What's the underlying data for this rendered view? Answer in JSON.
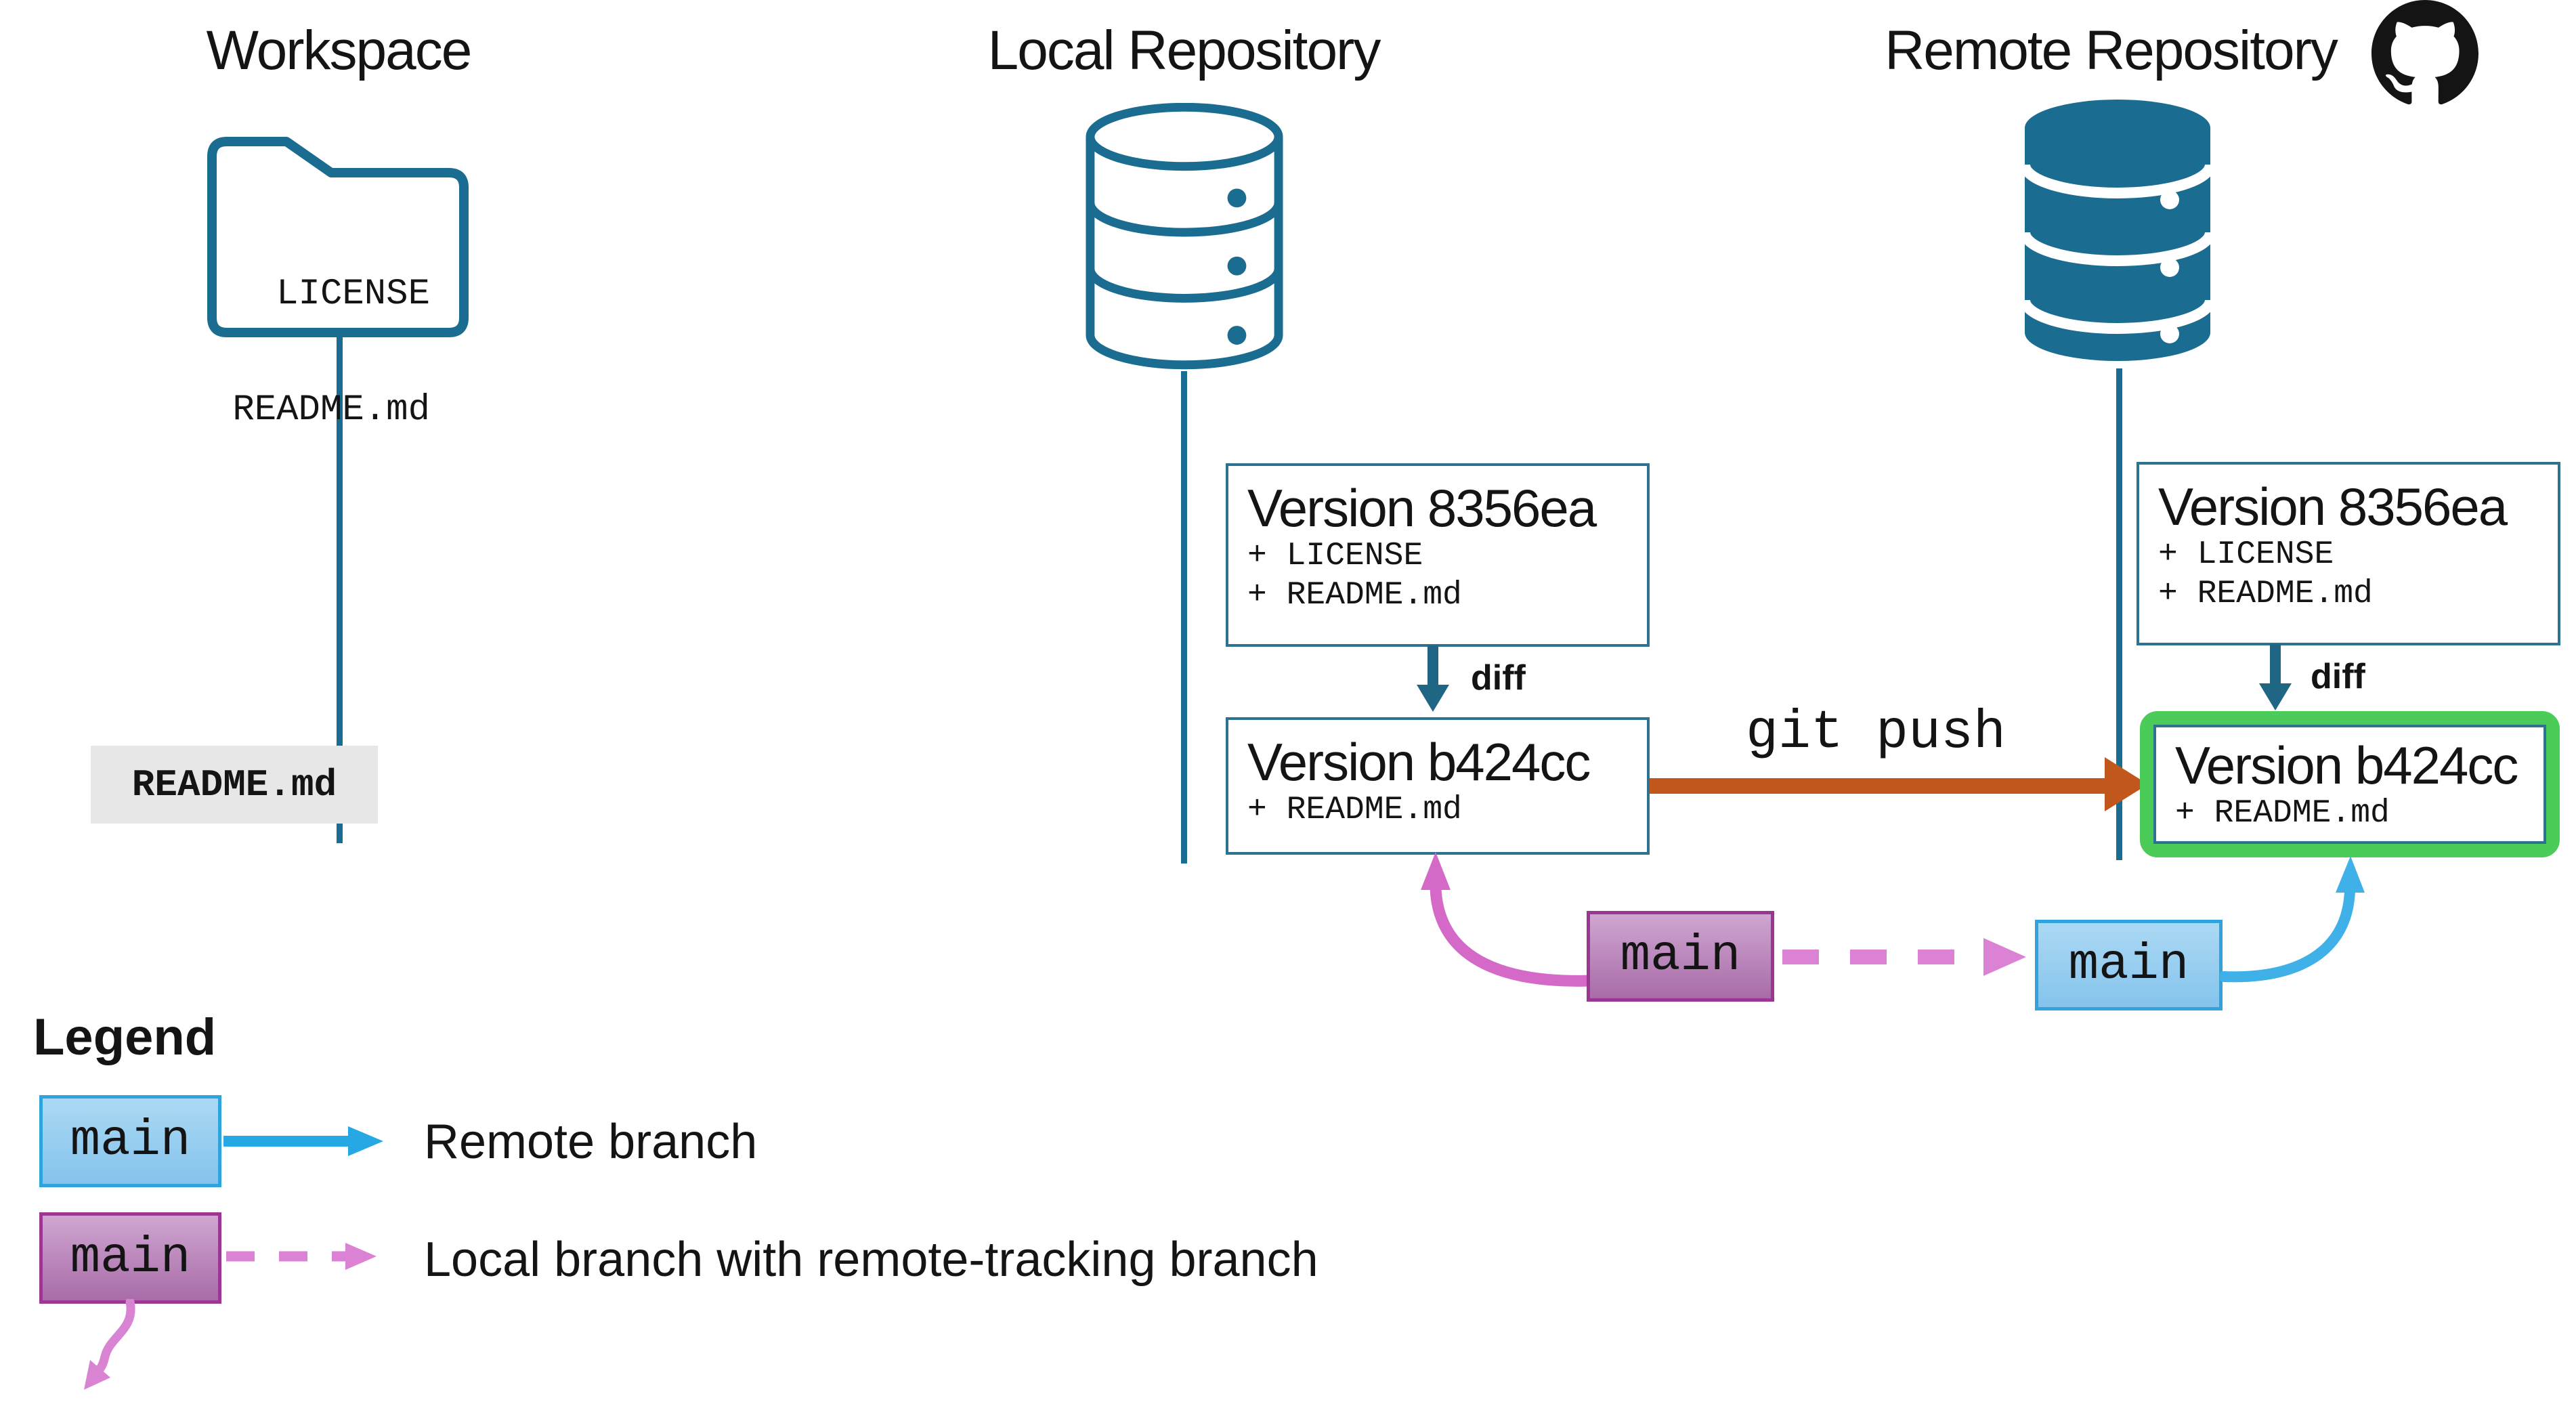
{
  "columns": {
    "workspace": {
      "title": "Workspace",
      "folder_files": [
        "LICENSE",
        "README.md"
      ],
      "worktree_file": "README.md"
    },
    "local": {
      "title": "Local Repository",
      "versions": [
        {
          "id": "Version 8356ea",
          "files": [
            "+ LICENSE",
            "+ README.md"
          ]
        },
        {
          "id": "Version b424cc",
          "files": [
            "+ README.md"
          ]
        }
      ]
    },
    "remote": {
      "title": "Remote Repository",
      "versions": [
        {
          "id": "Version 8356ea",
          "files": [
            "+ LICENSE",
            "+ README.md"
          ]
        },
        {
          "id": "Version b424cc",
          "files": [
            "+ README.md"
          ]
        }
      ]
    }
  },
  "labels": {
    "diff": "diff",
    "git_push": "git push"
  },
  "branches": {
    "local_main": "main",
    "remote_main": "main"
  },
  "legend": {
    "heading": "Legend",
    "items": [
      {
        "box": "main",
        "label": "Remote branch"
      },
      {
        "box": "main",
        "label": "Local branch with remote-tracking branch"
      }
    ]
  },
  "icons": {
    "workspace": "folder-icon",
    "local": "database-outline-icon",
    "remote": "database-filled-icon",
    "host": "github-icon"
  },
  "colors": {
    "teal": "#1B6C91",
    "teal_dark_arrow": "#1F6584",
    "version_box_border": "#2E7291",
    "highlight_green": "#4BCB57",
    "push_orange": "#C2571E",
    "branch_magenta": "#D569C8",
    "branch_magenta_dashed": "#DC82D4",
    "remote_branch_blue": "#25A8E3",
    "blue_box_border": "#2FA3DC",
    "purple_box_border": "#9C3693",
    "worktree_gray": "#E7E7E7"
  }
}
